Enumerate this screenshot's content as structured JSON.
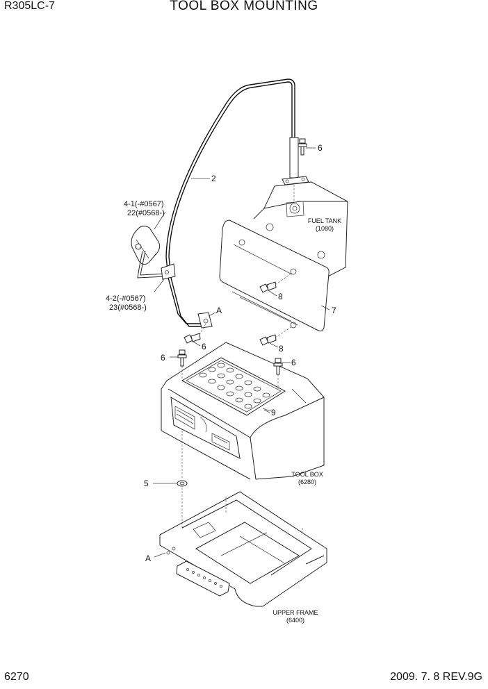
{
  "header": {
    "model": "R305LC-7",
    "title": "TOOL BOX MOUNTING"
  },
  "footer": {
    "page": "6270",
    "revision": "2009. 7. 8  REV.9G"
  },
  "parts": {
    "p2": "2",
    "p6a": "6",
    "p6b": "6",
    "p6c": "6",
    "p6d": "6",
    "p5": "5",
    "p7": "7",
    "p8a": "8",
    "p8b": "8",
    "p9": "9",
    "p41": "4-1(-#0567)",
    "p22": "22(#0568-)",
    "p42": "4-2(-#0567)",
    "p23": "23(#0568-)",
    "refA1": "A",
    "refA2": "A"
  },
  "assemblies": {
    "fuel_tank": {
      "name": "FUEL TANK",
      "ref": "(1080)"
    },
    "tool_box": {
      "name": "TOOL BOX",
      "ref": "(6280)"
    },
    "upper_frame": {
      "name": "UPPER FRAME",
      "ref": "(6400)"
    }
  }
}
